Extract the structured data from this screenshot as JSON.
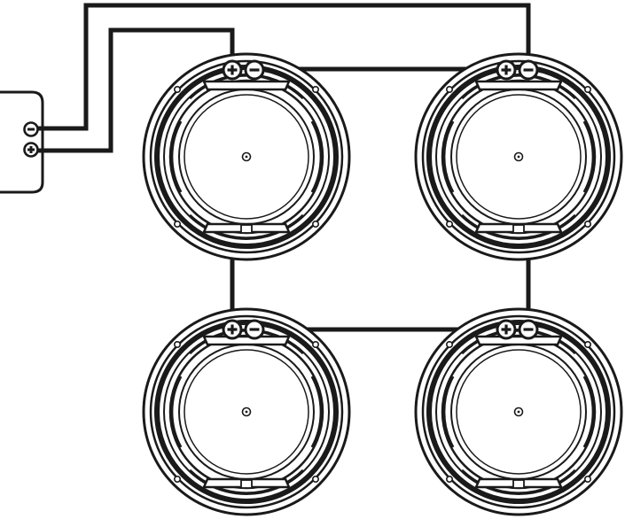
{
  "diagram": {
    "amplifier": {
      "terminals": [
        {
          "id": "amp-negative",
          "polarity": "negative",
          "symbol": "-"
        },
        {
          "id": "amp-positive",
          "polarity": "positive",
          "symbol": "+"
        }
      ]
    },
    "speakers": [
      {
        "id": "speaker-top-left",
        "position": "top-left"
      },
      {
        "id": "speaker-top-right",
        "position": "top-right"
      },
      {
        "id": "speaker-bottom-left",
        "position": "bottom-left"
      },
      {
        "id": "speaker-bottom-right",
        "position": "bottom-right"
      }
    ],
    "colors": {
      "line": "#1a1a1a",
      "background": "#ffffff"
    }
  }
}
